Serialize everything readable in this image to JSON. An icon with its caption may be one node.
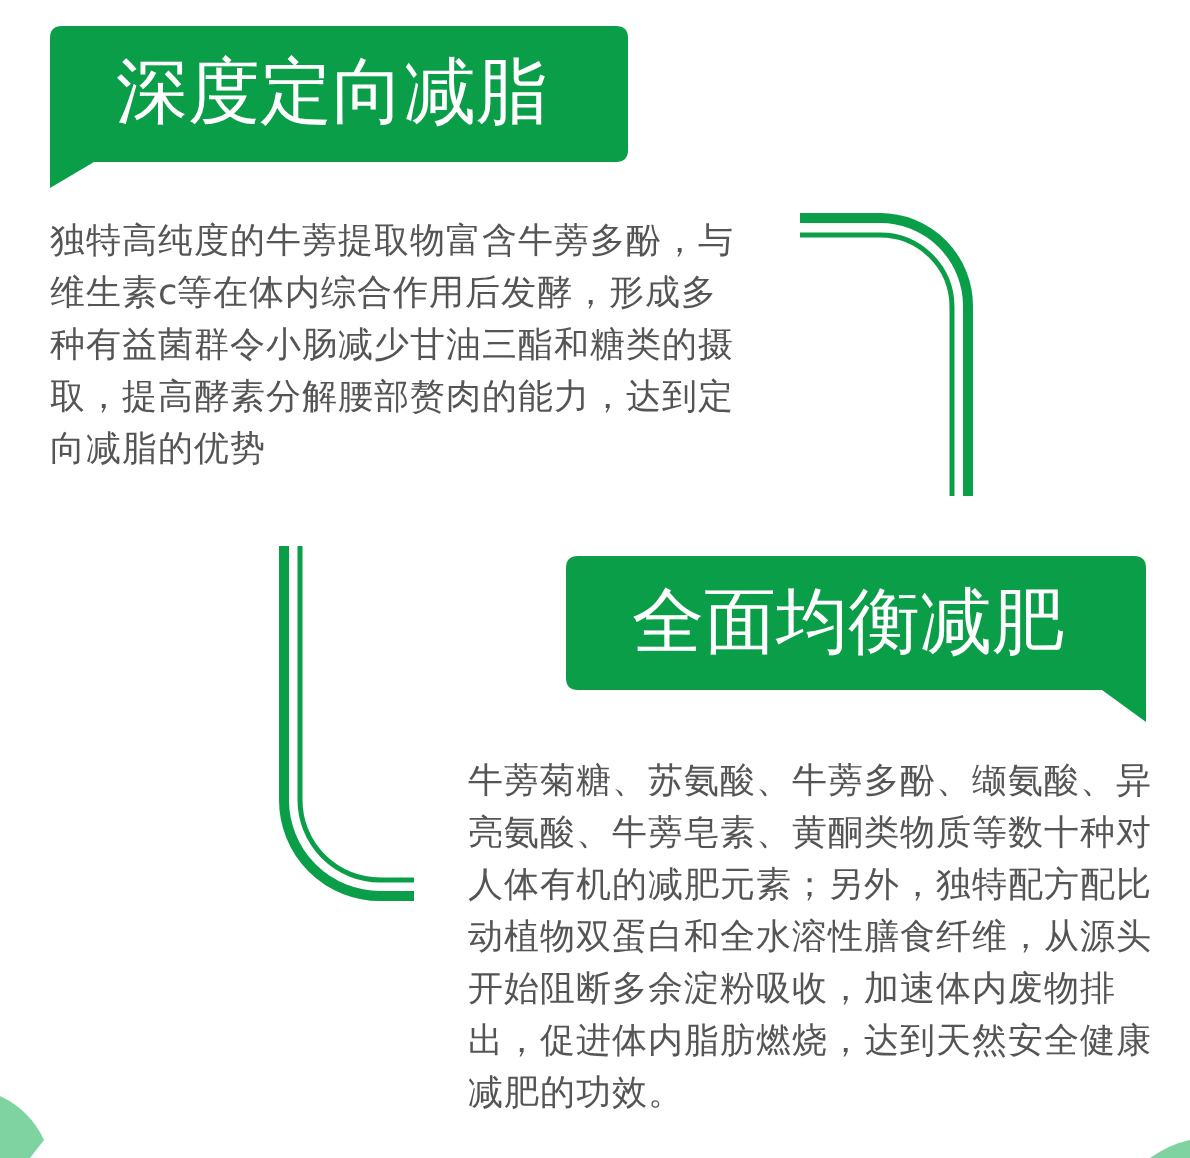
{
  "diagram": {
    "nodes": [
      {
        "text": [
          "深度定向减脂"
        ],
        "beside": [
          "独特高纯度的牛蒡提取物富含牛蒡多酚，与维生素c等在体内综合作用后发酵，形成多种有益菌群令小肠减少甘油三酯和糖类的摄取，提高酵素分解腰部赘肉的能力，达到定向减脂的优势"
        ]
      },
      {
        "text": [
          "全面均衡减肥"
        ],
        "beside": [
          "牛蒡菊糖、苏氨酸、牛蒡多酚、缬氨酸、异亮氨酸、牛蒡皂素、黄酮类物质等数十种对人体有机的减肥元素；另外，独特配方配比动植物双蛋白和全水溶性膳食纤维，从源头开始阻断多余淀粉吸收，加速体内废物排出，促进体内脂肪燃烧，达到天然安全健康减肥的功效。"
        ]
      }
    ]
  }
}
